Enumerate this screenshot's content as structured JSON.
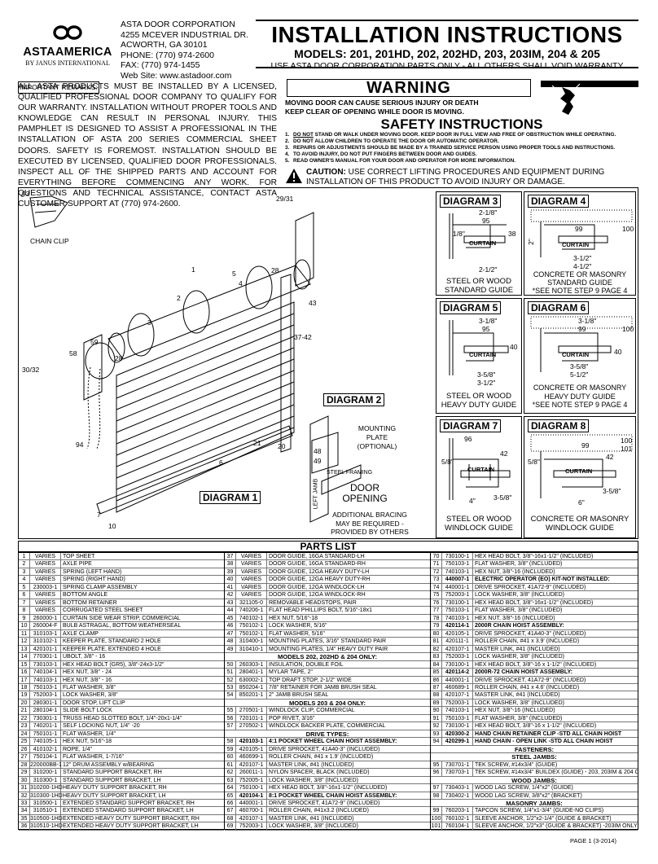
{
  "header": {
    "brand": "ASTAAMERICA",
    "brand_sub": "BY JANUS INTERNATIONAL",
    "corp_lines": [
      "ASTA DOOR CORPORATION",
      "4255 MCEVER INDUSTRIAL DR.",
      "ACWORTH, GA 30101",
      "PHONE: (770) 974-2600",
      "FAX: (770) 974-1455",
      "Web Site: www.astadoor.com"
    ],
    "title": "INSTALLATION INSTRUCTIONS",
    "models": "MODELS: 201, 201HD, 202, 202HD, 203, 203IM, 204 & 205",
    "warranty": "USE ASTA DOOR CORPORATION PARTS ONLY - ALL OTHERS SHALL VOID WARRANTY"
  },
  "remarks": {
    "label": "IMPORTANT REMARKS:",
    "text": "ALL ASTA PRODUCTS MUST BE INSTALLED BY A LICENSED, QUALIFIED PROFESSIONAL DOOR COMPANY TO QUALIFY FOR OUR WARRANTY. INSTALLATION WITHOUT PROPER TOOLS AND KNOWLEDGE CAN RESULT IN PERSONAL INJURY. THIS PAMPHLET IS DESIGNED TO ASSIST A PROFESSIONAL IN THE INSTALLATION OF ASTA 200 SERIES COMMERCIAL SHEET DOORS. SAFETY IS FOREMOST. INSTALLATION SHOULD BE EXECUTED BY LICENSED, QUALIFIED DOOR PROFESSIONALS. INSPECT ALL OF THE SHIPPED PARTS AND ACCOUNT FOR EVERYTHING BEFORE COMMENCING ANY WORK. FOR QUESTIONS AND TECHNICAL ASSISTANCE, CONTACT ASTA CUSTOMER SUPPORT AT (770) 974-2600."
  },
  "warning": {
    "title": "WARNING",
    "line1": "MOVING DOOR CAN CAUSE SERIOUS INJURY OR DEATH",
    "line2": "KEEP CLEAR OF OPENING WHILE DOOR IS MOVING."
  },
  "safety": {
    "title": "SAFETY INSTRUCTIONS",
    "items": [
      {
        "n": "1.",
        "u": "DO NOT",
        "t": " STAND OR WALK UNDER MOVING DOOR. KEEP DOOR IN FULL VIEW AND FREE OF OBSTRUCTION WHILE OPERATING."
      },
      {
        "n": "2.",
        "u": "",
        "t": "DO NOT ALLOW CHILDREN TO OPERATE THE DOOR OR AUTOMATIC OPERATOR."
      },
      {
        "n": "3.",
        "u": "",
        "t": "REPAIRS OR ADJUSTMENTS SHOULD BE MADE BY A TRAINED SERVICE PERSON USING PROPER TOOLS AND INSTRUCTIONS."
      },
      {
        "n": "4.",
        "u": "",
        "t": "TO AVOID INJURY, DO NOT PUT FINGERS BETWEEN DOOR AND GUIDES."
      },
      {
        "n": "5.",
        "u": "",
        "t": "READ OWNER'S MANUAL FOR YOUR DOOR AND OPERATOR FOR MORE INFORMATION."
      }
    ],
    "caution_label": "CAUTION:",
    "caution_text": " USE CORRECT LIFTING PROCEDURES AND EQUIPMENT DURING INSTALLATION OF THIS PRODUCT TO AVOID INJURY OR DAMAGE."
  },
  "diagrams": {
    "d1": "DIAGRAM 1",
    "d2": "DIAGRAM 2",
    "d3": "DIAGRAM 3",
    "d3_cap1": "STEEL OR WOOD",
    "d3_cap2": "STANDARD GUIDE",
    "d4": "DIAGRAM 4",
    "d4_cap1": "CONCRETE OR MASONRY",
    "d4_cap2": "STANDARD GUIDE",
    "d4_cap3": "*SEE NOTE STEP 9 PAGE 4",
    "d5": "DIAGRAM 5",
    "d5_cap1": "STEEL OR WOOD",
    "d5_cap2": "HEAVY DUTY GUIDE",
    "d6": "DIAGRAM 6",
    "d6_cap1": "CONCRETE OR MASONRY",
    "d6_cap2": "HEAVY DUTY GUIDE",
    "d6_cap3": "*SEE NOTE STEP 9 PAGE 4",
    "d7": "DIAGRAM 7",
    "d7_cap1": "STEEL OR WOOD",
    "d7_cap2": "WINDLOCK GUIDE",
    "d8": "DIAGRAM 8",
    "d8_cap1": "CONCRETE OR MASONRY",
    "d8_cap2": "WINDLOCK GUIDE",
    "chain_clip": "CHAIN CLIP",
    "mounting_plate": "MOUNTING PLATE (OPTIONAL)",
    "steel_framing": "STEEL FRAMING",
    "left_jamb": "LEFT JAMB",
    "door_opening": "DOOR OPENING",
    "bracing": "ADDITIONAL BRACING MAY BE REQUIRED -PROVIDED BY OTHERS",
    "curtain": "CURTAIN",
    "callouts": [
      "93",
      "29/31",
      "1",
      "5",
      "4",
      "28",
      "2",
      "43",
      "37-42",
      "3",
      "59",
      "58",
      "28",
      "30/32",
      "94",
      "21",
      "20",
      "6",
      "7",
      "10",
      "48",
      "49"
    ],
    "dims": [
      "2-1/8\"",
      "1/8\"",
      "95",
      "38",
      "2-1/2\"",
      "99",
      "100",
      "2\"",
      "3-1/2\"",
      "4-1/2\"",
      "3-1/8\"",
      "40",
      "3-5/8\"",
      "5-1/2\"",
      "96",
      "42",
      "5/8\"",
      "4\"",
      "3-5/8\"",
      "6\"",
      "101"
    ]
  },
  "parts_title": "PARTS LIST",
  "parts_col1": [
    [
      "1",
      "VARIES",
      "TOP SHEET"
    ],
    [
      "2",
      "VARIES",
      "AXLE PIPE"
    ],
    [
      "3",
      "VARIES",
      "SPRING (LEFT HAND)"
    ],
    [
      "4",
      "VARIES",
      "SPRING (RIGHT HAND)"
    ],
    [
      "5",
      "230003-1",
      "SPRING CLAMP ASSEMBLY"
    ],
    [
      "6",
      "VARIES",
      "BOTTOM ANGLE"
    ],
    [
      "7",
      "VARIES",
      "BOTTOM RETAINER"
    ],
    [
      "8",
      "VARIES",
      "CORRUGATED STEEL SHEET"
    ],
    [
      "9",
      "260000-1",
      "CURTAIN SIDE WEAR STRIP, COMMERCIAL"
    ],
    [
      "10",
      "260004-F",
      "BULB ASTRAGAL, BOTTOM WEATHERSEAL"
    ],
    [
      "11",
      "310103-1",
      "AXLE CLAMP"
    ],
    [
      "12",
      "310102-1",
      "KEEPER PLATE, STANDARD 2 HOLE"
    ],
    [
      "13",
      "420101-1",
      "KEEPER PLATE, EXTENDED 4 HOLE"
    ],
    [
      "14",
      "770301-1",
      "UBOLT, 3/8\" - 16"
    ],
    [
      "15",
      "730103-1",
      "HEX HEAD BOLT (GR5), 3/8\"-24x3-1/2\""
    ],
    [
      "16",
      "740104-1",
      "HEX NUT, 3/8\" - 24"
    ],
    [
      "17",
      "740103-1",
      "HEX NUT, 3/8\" - 16"
    ],
    [
      "18",
      "750103-1",
      "FLAT WASHER, 3/8\""
    ],
    [
      "19",
      "752003-1",
      "LOCK WASHER, 3/8\""
    ],
    [
      "20",
      "280301-1",
      "DOOR STOP, LIFT CLIP"
    ],
    [
      "21",
      "280104-1",
      "SLIDE BOLT LOCK"
    ],
    [
      "22",
      "730301-1",
      "TRUSS HEAD SLOTTED BOLT, 1/4\"-20x1-1/4\""
    ],
    [
      "23",
      "740201-1",
      "SELF LOCKING NUT, 1/4\" -20"
    ],
    [
      "24",
      "750101-1",
      "FLAT WASHER, 1/4\""
    ],
    [
      "25",
      "740105-1",
      "HEX NUT, 5/16\"-18"
    ],
    [
      "26",
      "410102-1",
      "ROPE, 1/4\""
    ],
    [
      "27",
      "750104-1",
      "FLAT WASHER, 1-7/16\""
    ],
    [
      "28",
      "220000BB-1",
      "12\" DRUM ASSEMBLY w/BEARING"
    ],
    [
      "29",
      "310200-1",
      "STANDARD SUPPORT BRACKET, RH"
    ],
    [
      "30",
      "310300-1",
      "STANDARD SUPPORT BRACKET, LH"
    ],
    [
      "31",
      "310200-1HD",
      "HEAVY DUTY SUPPORT BRACKET, RH"
    ],
    [
      "32",
      "310300-1HD",
      "HEAVY DUTY SUPPORT BRACKET, LH"
    ],
    [
      "33",
      "310500-1",
      "EXTENDED STANDARD SUPPORT BRACKET, RH"
    ],
    [
      "34",
      "310510-1",
      "EXTENDED STANDARD SUPPORT BRACKET, LH"
    ],
    [
      "35",
      "310500-1HD",
      "EXTENDED HEAVY DUTY SUPPORT BRACKET, RH"
    ],
    [
      "36",
      "310510-1HD",
      "EXTENDED HEAVY DUTY SUPPORT BRACKET, LH"
    ]
  ],
  "parts_col2": [
    [
      "37",
      "VARIES",
      "DOOR GUIDE, 16GA STANDARD-LH"
    ],
    [
      "38",
      "VARIES",
      "DOOR GUIDE, 16GA STANDARD-RH"
    ],
    [
      "39",
      "VARIES",
      "DOOR GUIDE, 12GA HEAVY DUTY-LH"
    ],
    [
      "40",
      "VARIES",
      "DOOR GUIDE, 12GA HEAVY DUTY-RH"
    ],
    [
      "41",
      "VARIES",
      "DOOR GUIDE, 12GA WINDLOCK-LH"
    ],
    [
      "42",
      "VARIES",
      "DOOR GUIDE, 12GA WINDLOCK-RH"
    ],
    [
      "43",
      "321105-0",
      "REMOVABLE HEADSTOPS, PAIR"
    ],
    [
      "44",
      "740206-1",
      "FLAT HEAD PHILLIPS BOLT, 5/16\"-18x1"
    ],
    [
      "45",
      "740102-1",
      "HEX NUT, 5/16\"-18"
    ],
    [
      "46",
      "750102-1",
      "LOCK WASHER, 5/16\""
    ],
    [
      "47",
      "750102-1",
      "FLAT WASHER, 5/16\""
    ],
    [
      "48",
      "310400-1",
      "MOUNTING PLATES, 3/16\" STANDARD PAIR"
    ],
    [
      "49",
      "310410-1",
      "MOUNTING PLATES, 1/4\" HEAVY DUTY PAIR"
    ],
    [
      "",
      "",
      "MODELS 202, 202HD & 204 ONLY:",
      "sec"
    ],
    [
      "50",
      "260303-1",
      "INSULATION, DOUBLE FOIL"
    ],
    [
      "51",
      "280401-1",
      "MYLAR TAPE, 2\""
    ],
    [
      "52",
      "630002-1",
      "TOP DRAFT STOP, 2-1/2\" WIDE"
    ],
    [
      "53",
      "850204-1",
      "7/8\" RETAINER FOR JAMB BRUSH SEAL"
    ],
    [
      "54",
      "850201-1",
      "2\" JAMB BRUSH SEAL"
    ],
    [
      "",
      "",
      "MODELS 203 & 204 ONLY:",
      "sec"
    ],
    [
      "55",
      "270501-1",
      "WINDLOCK CLIP, COMMERCIAL"
    ],
    [
      "56",
      "720101-1",
      "POP RIVET, 3/16\""
    ],
    [
      "57",
      "270502-1",
      "WINDLOCK BACKER PLATE, COMMERCIAL"
    ],
    [
      "",
      "",
      "DRIVE TYPES:",
      "sec"
    ],
    [
      "58",
      "420103-1",
      "4:1 POCKET WHEEL CHAIN HOIST ASSEMBLY:",
      "bold"
    ],
    [
      "59",
      "420105-1",
      "DRIVE SPROCKET, 41A40-3\" (INCLUDED)"
    ],
    [
      "60",
      "460699-1",
      "ROLLER CHAIN, #41 x 1.9' (INCLUDED)"
    ],
    [
      "61",
      "420107-1",
      "MASTER LINK, #41 (INCLUDED)"
    ],
    [
      "62",
      "260011-1",
      "NYLON SPACER, BLACK (INCLUDED)"
    ],
    [
      "63",
      "752005-1",
      "LOCK WASHER, 3/8\" (INCLUDED)"
    ],
    [
      "64",
      "750100-1",
      "HEX HEAD BOLT, 3/8\"-16x1-1/2\" (INCLUDED)"
    ],
    [
      "65",
      "420104-1",
      "8:1 POCKET WHEEL CHAIN HOIST ASSEMBLY:",
      "bold"
    ],
    [
      "66",
      "440001-1",
      "DRIVE SPROCKET, 41A72-9\" (INCLUDED)"
    ],
    [
      "67",
      "460700-1",
      "ROLLER CHAIN, #41x3.2 (INCLUDED)"
    ],
    [
      "68",
      "420107-1",
      "MASTER LINK, #41 (INCLUDED)"
    ],
    [
      "69",
      "752003-1",
      "LOCK WASHER, 3/8\" (INCLUDED)"
    ]
  ],
  "parts_col3": [
    [
      "70",
      "730100-1",
      "HEX HEAD BOLT, 3/8\"-16x1-1/2\" (INCLUDED)"
    ],
    [
      "71",
      "750103-1",
      "FLAT WASHER, 3/8\" (INCLUDED)"
    ],
    [
      "72",
      "740103-1",
      "HEX NUT, 3/8\"-16 (INCLUDED)"
    ],
    [
      "73",
      "440007-1",
      "ELECTRIC OPERATOR (EO) KIT-NOT INSTALLED:",
      "bold"
    ],
    [
      "74",
      "440001-1",
      "DRIVE SPROCKET, 41A72-9\" (INCLUDED)"
    ],
    [
      "75",
      "752003-1",
      "LOCK WASHER, 3/8\" (INCLUDED)"
    ],
    [
      "76",
      "730100-1",
      "HEX HEAD BOLT, 3/8\"-16x1-1/2\" (INCLUDED)"
    ],
    [
      "77",
      "750103-1",
      "FLAT WASHER, 3/8\" (INCLUDED)"
    ],
    [
      "78",
      "740103-1",
      "HEX NUT, 3/8\"-16 (INCLUDED)"
    ],
    [
      "79",
      "420114-1",
      "2000R CHAIN HOIST ASSEMBLY:",
      "bold"
    ],
    [
      "80",
      "420105-1",
      "DRIVE SPROCKET, 41A40-3\" (INCLUDED)"
    ],
    [
      "81",
      "420111-1",
      "ROLLER CHAIN, #41 x 3.9' (INCLUDED)"
    ],
    [
      "82",
      "420107-1",
      "MASTER LINK, #41 (INCLUDED)"
    ],
    [
      "83",
      "752003-1",
      "LOCK WASHER, 3/8\" (INCLUDED)"
    ],
    [
      "84",
      "730100-1",
      "HEX HEAD BOLT, 3/8\"-16 x 1-1/2\" (INCLUDED)"
    ],
    [
      "85",
      "420114-2",
      "2000R-72 CHAIN HOIST ASSEMBLY:",
      "bold"
    ],
    [
      "86",
      "440001-1",
      "DRIVE SPROCKET, 41A72-9\" (INCLUDED)"
    ],
    [
      "87",
      "460689-1",
      "ROLLER CHAIN, #41 x 4.6' (INCLUDED)"
    ],
    [
      "88",
      "420107-1",
      "MASTER LINK, #41 (INCLUDED)"
    ],
    [
      "89",
      "752003-1",
      "LOCK WASHER, 3/8\" (INCLUDED)"
    ],
    [
      "90",
      "740103-1",
      "HEX NUT, 3/8\"-16 (INCLUDED)"
    ],
    [
      "91",
      "750103-1",
      "FLAT WASHER, 3/8\" (INCLUDED)"
    ],
    [
      "92",
      "730100-1",
      "HEX HEAD BOLT, 3/8\"-16 x 1-1/2\" (INCLUDED)"
    ],
    [
      "93",
      "420300-2",
      "HAND CHAIN RETAINER CLIP -STD ALL CHAIN HOIST",
      "bold"
    ],
    [
      "94",
      "420299-1",
      "HAND CHAIN - OPEN LINK -STD ALL CHAIN HOIST",
      "bold"
    ],
    [
      "",
      "",
      "FASTENERS:",
      "sec"
    ],
    [
      "",
      "",
      "STEEL JAMBS:",
      "sec"
    ],
    [
      "95",
      "730701-1",
      "TEK SCREW, #14x3/4\" (GUIDE)"
    ],
    [
      "96",
      "730703-1",
      "TEK SCREW, #14x3/4\" BUILDEX (GUIDE) - 203, 203IM & 204 ONLY"
    ],
    [
      "",
      "",
      "WOOD JAMBS:",
      "sec"
    ],
    [
      "97",
      "730403-1",
      "WOOD LAG SCREW, 1/4\"x2\" (GUIDE)"
    ],
    [
      "98",
      "730402-1",
      "WOOD LAG SCREW, 3/8\"x2\" (BRACKET)"
    ],
    [
      "",
      "",
      "MASONRY JAMBS:",
      "sec"
    ],
    [
      "99",
      "760203-1",
      "TAPCON SCREW, 1/4\"x1-3/4\" (GUIDE-NO CLIPS)"
    ],
    [
      "100",
      "760102-1",
      "SLEEVE ANCHOR, 1/2\"x2-1/4\" (GUIDE & BRACKET)"
    ],
    [
      "101",
      "760104-1",
      "SLEEVE ANCHOR, 1/2\"x3\" (GUIDE & BRACKET) -203IM ONLY"
    ]
  ],
  "page_number": "PAGE 1 (3-2014)"
}
